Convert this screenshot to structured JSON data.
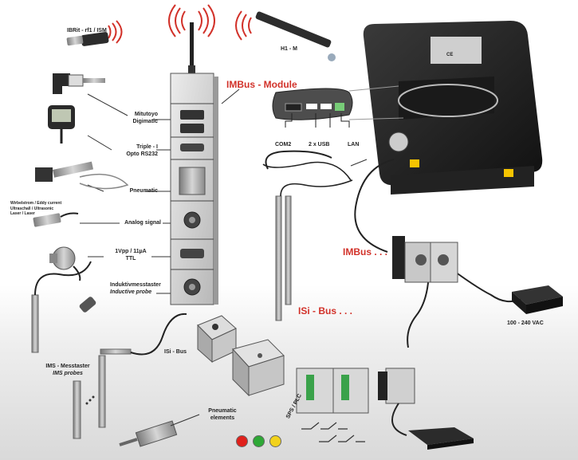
{
  "labels": {
    "ibrit": "IBRit - rf1 / ISM",
    "h1m": "H1 - M",
    "imbus_module": "IMBus - Module",
    "mitutoyo_1": "Mitutoyo",
    "mitutoyo_2": "Digimatic",
    "triple_1": "Triple - I",
    "triple_2": "Opto RS232",
    "pneumatic": "Pneumatic",
    "wirbel_1": "Wirbelstrom / Eddy current",
    "wirbel_2": "Ultraschall / Ultrasonic",
    "wirbel_3": "Laser / Laser",
    "analog": "Analog signal",
    "vpp_1": "1Vpp / 11µA",
    "vpp_2": "TTL",
    "induktiv_1": "Induktivmesstaster",
    "induktiv_2": "Inductive probe",
    "isi_bus_small": "ISi - Bus",
    "ims_1": "IMS - Messtaster",
    "ims_2": "IMS probes",
    "pneumatic_elements_1": "Pneumatic",
    "pneumatic_elements_2": "elements",
    "sps": "SPS / PLC",
    "com2": "COM2",
    "usb": "2 x USB",
    "lan": "LAN",
    "imbus_big": "IMBus . . .",
    "isi_bus_big": "ISi - Bus . . .",
    "power": "100 - 240 VAC",
    "device_ce": "CE"
  },
  "colors": {
    "accent_red": "#d2322a",
    "signal_red": "#e0201b",
    "signal_green": "#2ea836",
    "signal_yellow": "#f2d21b",
    "bracket_yellow": "#f5c400"
  }
}
